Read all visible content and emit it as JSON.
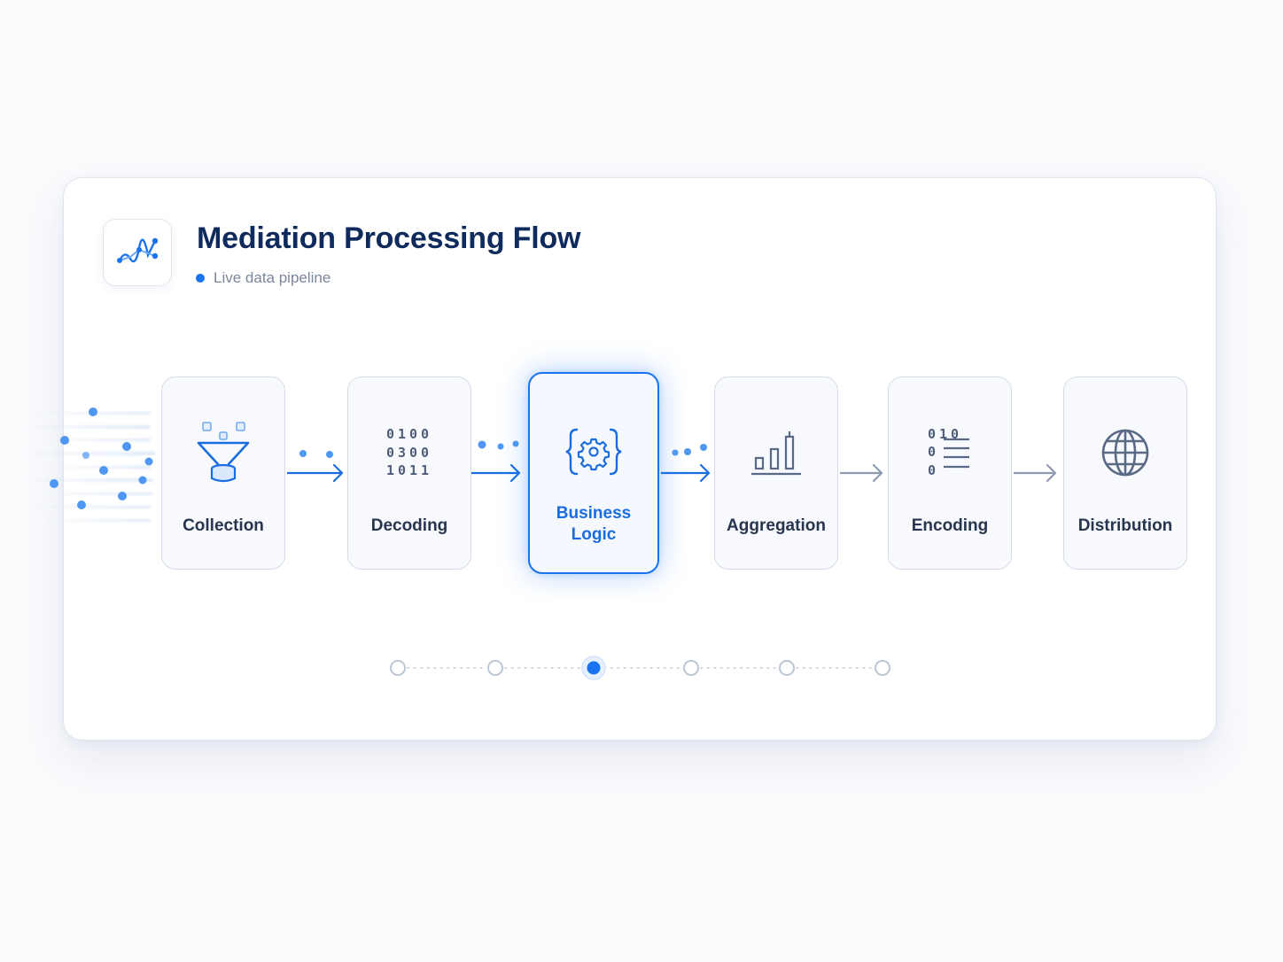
{
  "header": {
    "title": "Mediation Processing Flow",
    "subtitle": "Live data pipeline",
    "logo_icon": "chart-line-icon"
  },
  "colors": {
    "accent": "#1a73ef",
    "title": "#0f2a5c",
    "muted": "#7b879c",
    "card_border": "#d5dce8",
    "icon_gray": "#5a6a86"
  },
  "pipeline": {
    "active_index": 2,
    "steps": [
      {
        "label": "Collection",
        "icon": "funnel-icon"
      },
      {
        "label": "Decoding",
        "icon": "binary-icon",
        "binary": [
          "0100",
          "0300",
          "1011"
        ]
      },
      {
        "label": "Business Logic",
        "label_lines": [
          "Business",
          "Logic"
        ],
        "icon": "code-gear-icon"
      },
      {
        "label": "Aggregation",
        "icon": "bar-chart-icon"
      },
      {
        "label": "Encoding",
        "icon": "encoded-list-icon",
        "digits": [
          "010",
          "0",
          "0"
        ]
      },
      {
        "label": "Distribution",
        "icon": "globe-icon"
      }
    ]
  },
  "progress": {
    "total": 6,
    "current": 3
  }
}
